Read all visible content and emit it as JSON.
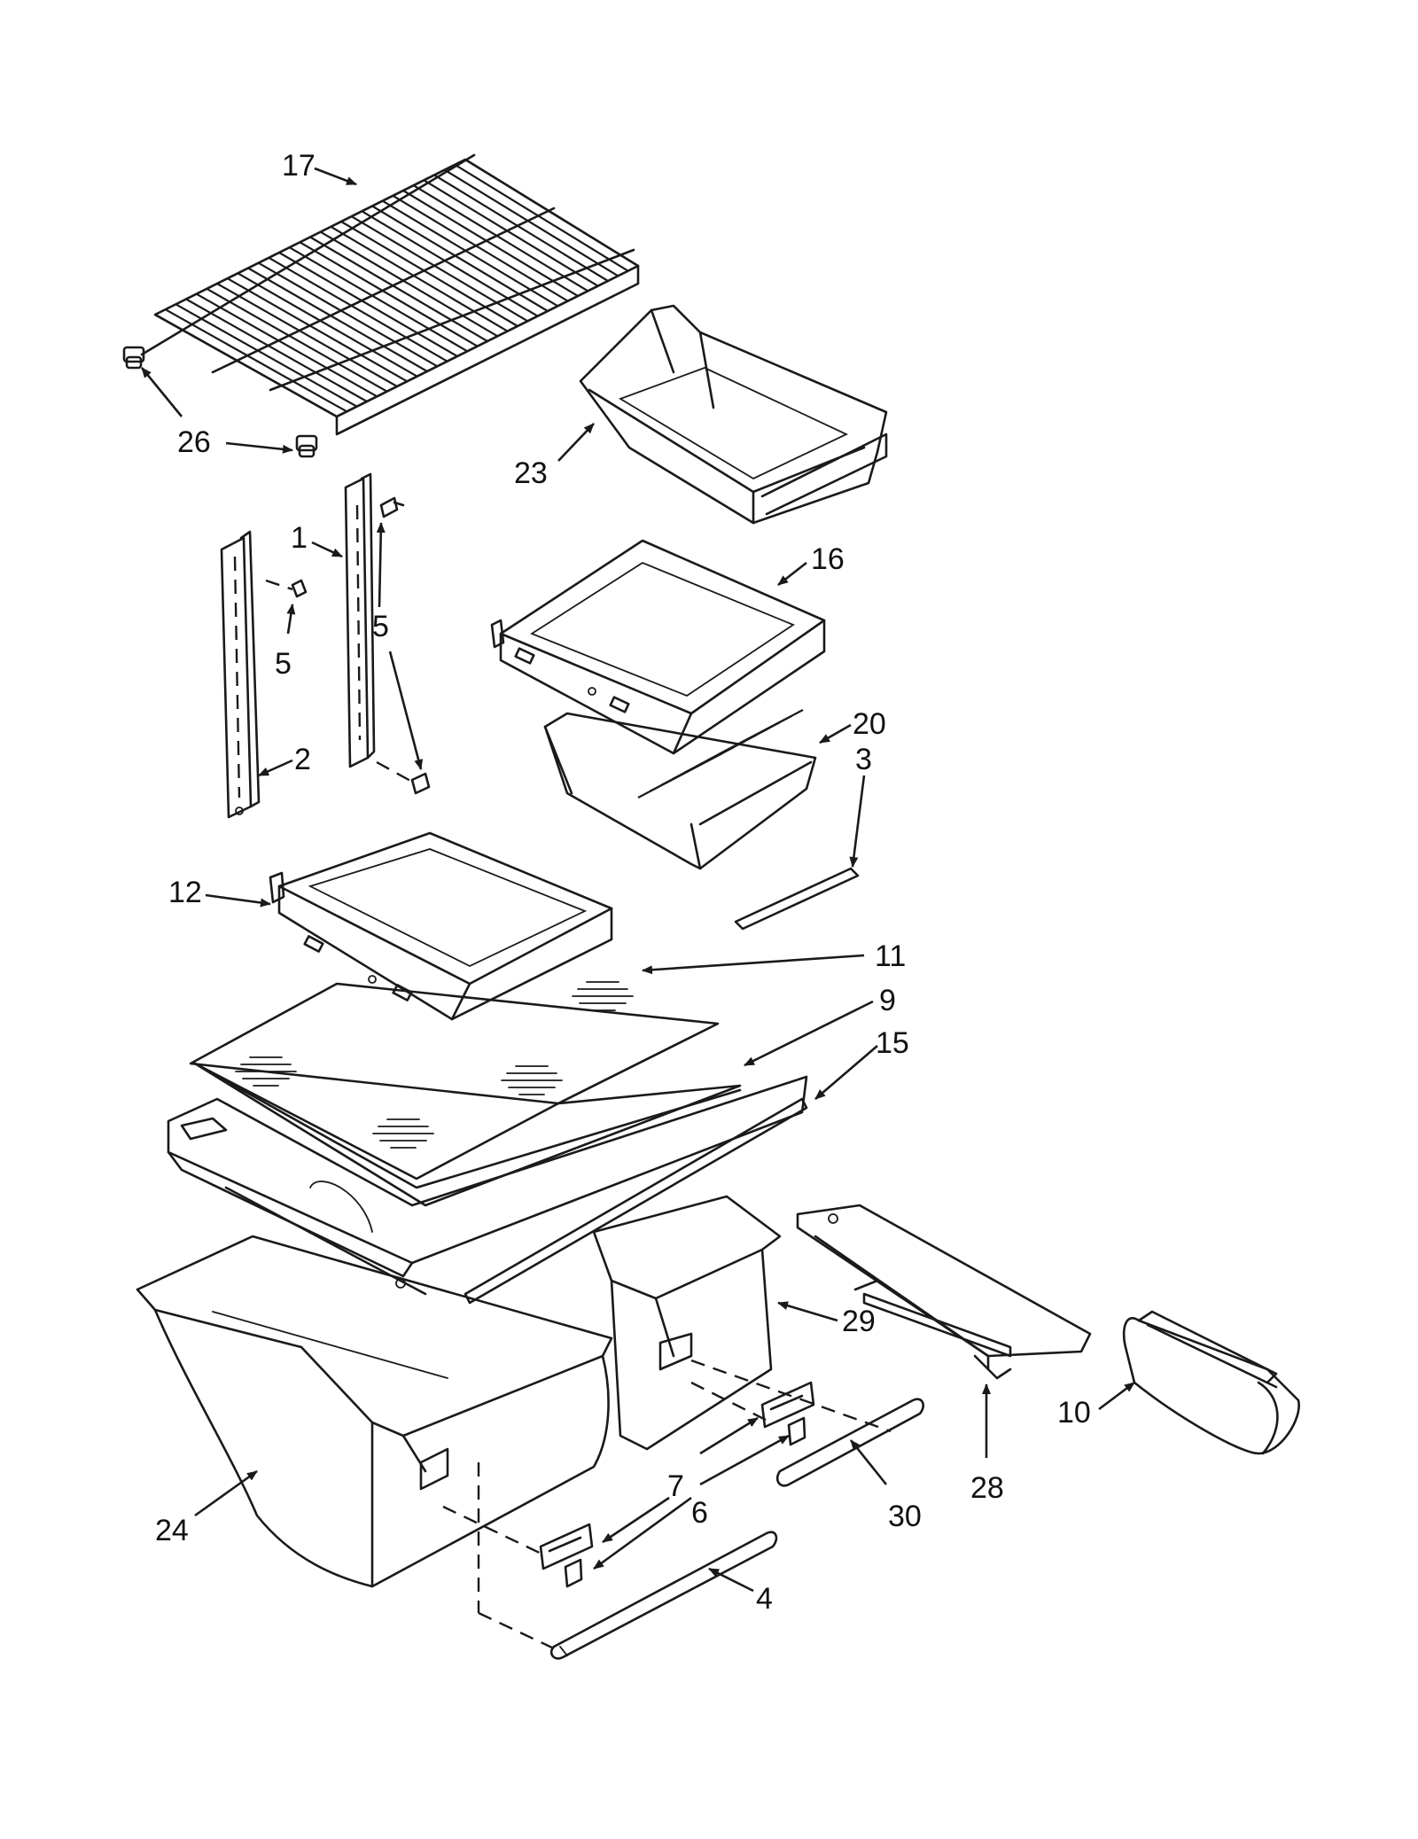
{
  "callouts": [
    {
      "id": "17",
      "label": "17"
    },
    {
      "id": "26",
      "label": "26"
    },
    {
      "id": "23",
      "label": "23"
    },
    {
      "id": "1",
      "label": "1"
    },
    {
      "id": "5a",
      "label": "5"
    },
    {
      "id": "5b",
      "label": "5"
    },
    {
      "id": "2",
      "label": "2"
    },
    {
      "id": "16",
      "label": "16"
    },
    {
      "id": "20",
      "label": "20"
    },
    {
      "id": "3",
      "label": "3"
    },
    {
      "id": "12",
      "label": "12"
    },
    {
      "id": "11",
      "label": "11"
    },
    {
      "id": "9",
      "label": "9"
    },
    {
      "id": "15",
      "label": "15"
    },
    {
      "id": "29",
      "label": "29"
    },
    {
      "id": "28",
      "label": "28"
    },
    {
      "id": "10",
      "label": "10"
    },
    {
      "id": "7",
      "label": "7"
    },
    {
      "id": "6",
      "label": "6"
    },
    {
      "id": "30",
      "label": "30"
    },
    {
      "id": "24",
      "label": "24"
    },
    {
      "id": "4",
      "label": "4"
    }
  ]
}
